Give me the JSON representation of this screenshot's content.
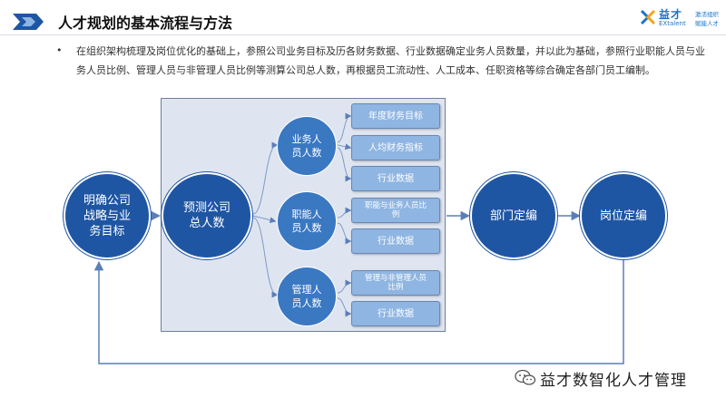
{
  "header": {
    "title": "人才规划的基本流程与方法",
    "logo": {
      "name": "益才",
      "sub": "EXtalent",
      "slogan_line1": "激活组织",
      "slogan_line2": "赋能人才"
    }
  },
  "description": "在组织架构梳理及岗位优化的基础上，参照公司业务目标及历各财务数据、行业数据确定业务人员数量，并以此为基础，参照行业职能人员与业务人员比例、管理人员与非管理人员比例等测算公司总人数，再根据员工流动性、人工成本、任职资格等综合确定各部门员工编制。",
  "flow": {
    "start": [
      "明确公司",
      "战略与业",
      "务目标"
    ],
    "total": [
      "预测公司",
      "总人数"
    ],
    "dept": "部门定编",
    "position": "岗位定编",
    "groups": [
      {
        "label": [
          "业务人",
          "员人数"
        ],
        "items": [
          "年度财务目标",
          "人均财务指标",
          "行业数据"
        ]
      },
      {
        "label": [
          "职能人",
          "员人数"
        ],
        "items": [
          [
            "职能与业务人员比",
            "例"
          ],
          "行业数据"
        ]
      },
      {
        "label": [
          "管理人",
          "员人数"
        ],
        "items": [
          [
            "管理与非管理人员",
            "比例"
          ],
          "行业数据"
        ]
      }
    ]
  },
  "watermark": "益才数智化人才管理",
  "colors": {
    "primary": "#1f56a3",
    "secondary": "#3a78c2",
    "leaf": "#8fb5e2",
    "panel": "#dfe5f0",
    "accent": "#1a74c9"
  }
}
